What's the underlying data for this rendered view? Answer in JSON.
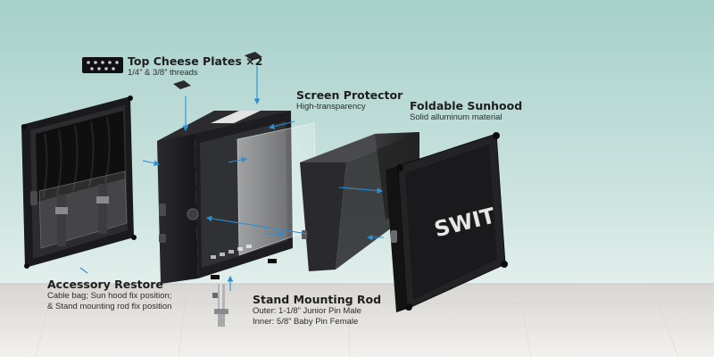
{
  "brand": "SWIT",
  "colors": {
    "background_top": "#a9d1cc",
    "background_bottom": "#dfeeea",
    "floor": "#e4e2de",
    "device_body": "#1c1c1e",
    "callout_line": "#2b8fd6",
    "text": "#222222"
  },
  "labels": {
    "cheese_plates": {
      "title": "Top Cheese Plates ×2",
      "lines": [
        "1/4” & 3/8” threads"
      ]
    },
    "screen_protector": {
      "title": "Screen Protector",
      "lines": [
        "High-transparency"
      ]
    },
    "sunhood": {
      "title": "Foldable Sunhood",
      "lines": [
        "Solid alluminum material"
      ]
    },
    "accessory": {
      "title": "Accessory Restore",
      "lines": [
        "Cable bag; Sun hood fix position;",
        "& Stand mounting rod fix position"
      ]
    },
    "rod": {
      "title": "Stand Mounting Rod",
      "lines": [
        "Outer: 1-1/8” Junior Pin Male",
        "Inner: 5/8” Baby Pin Female"
      ]
    }
  }
}
